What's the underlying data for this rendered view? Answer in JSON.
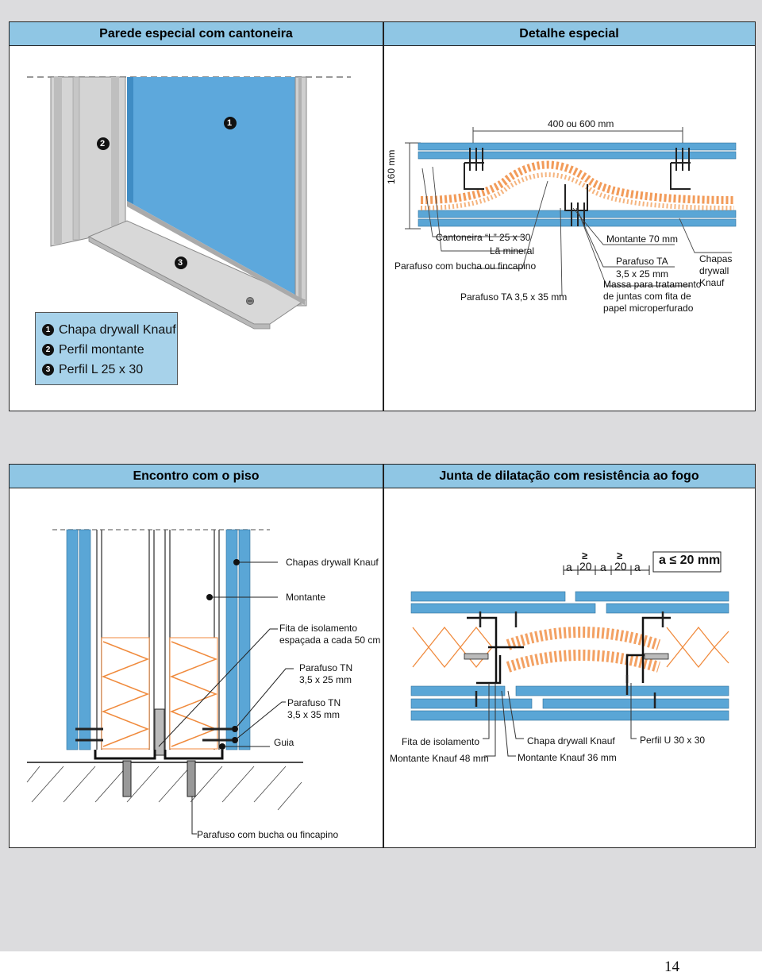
{
  "top": {
    "left_title": "Parede especial com cantoneira",
    "right_title": "Detalhe especial",
    "markers": [
      "1",
      "2",
      "3"
    ],
    "legend": [
      {
        "num": "1",
        "text": "Chapa drywall Knauf"
      },
      {
        "num": "2",
        "text": "Perfil montante"
      },
      {
        "num": "3",
        "text": "Perfil L 25 x 30"
      }
    ],
    "detail_labels": {
      "width": "400 ou 600 mm",
      "height": "160 mm",
      "cantoneira": "Cantoneira “L” 25 x 30",
      "la_mineral": "Lã mineral",
      "parafuso_bucha": "Parafuso com bucha ou fincapino",
      "parafuso_ta35": "Parafuso TA 3,5 x 35 mm",
      "montante70": "Montante 70 mm",
      "parafuso_ta_1": "Parafuso TA",
      "parafuso_ta_2": "3,5 x 25 mm",
      "massa_1": "Massa para tratamento",
      "massa_2": "de juntas com fita de",
      "massa_3": "papel microperfurado",
      "chapas_1": "Chapas",
      "chapas_2": "drywall",
      "chapas_3": "Knauf"
    }
  },
  "bottom": {
    "left_title": "Encontro com o piso",
    "right_title": "Junta de dilatação com resistência ao fogo",
    "floor_labels": {
      "chapas": "Chapas drywall Knauf",
      "montante": "Montante",
      "fita_1": "Fita de isolamento",
      "fita_2": "espaçada a cada 50 cm",
      "tn25_1": "Parafuso TN",
      "tn25_2": "3,5 x 25 mm",
      "tn35_1": "Parafuso TN",
      "tn35_2": "3,5 x 35 mm",
      "guia": "Guia",
      "bucha": "Parafuso com bucha ou fincapino"
    },
    "joint_labels": {
      "a": "a",
      "ge20": "20",
      "ge": "≥",
      "rule": "a ≤ 20 mm",
      "fita": "Fita de isolamento",
      "montante48": "Montante Knauf 48 mm",
      "chapa": "Chapa drywall Knauf",
      "montante36": "Montante Knauf 36 mm",
      "perfil_u": "Perfil U 30 x 30"
    }
  },
  "page_number": "14",
  "colors": {
    "header": "#8fc6e4",
    "board": "#5aa6d6",
    "insulation": "#f08a3c",
    "legend_bg": "#a7d2ea"
  }
}
